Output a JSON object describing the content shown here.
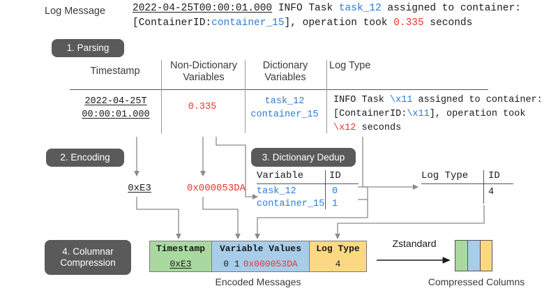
{
  "header": {
    "label": "Log Message",
    "line1": {
      "timestamp": "2022-04-25T00:00:01.000",
      "mid": " INFO Task ",
      "dict_var": "task_12",
      "tail": " assigned to container:"
    },
    "line2": {
      "pre": "[ContainerID:",
      "dict_var": "container_15",
      "mid": "], operation took ",
      "nondict_var": "0.335",
      "tail": " seconds"
    }
  },
  "stages": {
    "parsing": "1. Parsing",
    "encoding": "2. Encoding",
    "dedup": "3. Dictionary Dedup",
    "columnar_line1": "4. Columnar",
    "columnar_line2": "Compression"
  },
  "parsing_table": {
    "headers": {
      "timestamp": "Timestamp",
      "nondict_line1": "Non-Dictionary",
      "nondict_line2": "Variables",
      "dict_line1": "Dictionary",
      "dict_line2": "Variables",
      "logtype": "Log Type"
    },
    "cells": {
      "timestamp_line1": "2022-04-25T",
      "timestamp_line2": "00:00:01.000",
      "nondict": "0.335",
      "dict_line1": "task_12",
      "dict_line2": "container_15",
      "logtype": {
        "seg1": "INFO Task ",
        "ph1": "\\x11",
        "seg2": " assigned to container: [ContainerID:",
        "ph2": "\\x11",
        "seg3": "], operation took ",
        "ph3": "\\x12",
        "seg4": " seconds"
      }
    }
  },
  "encoding": {
    "timestamp_encoded": "0xE3",
    "nondict_encoded": "0x000053DA"
  },
  "dedup_table": {
    "headers": {
      "variable": "Variable",
      "id": "ID"
    },
    "rows": [
      {
        "variable": "task_12",
        "id": "0"
      },
      {
        "variable": "container_15",
        "id": "1"
      }
    ]
  },
  "logtype_table": {
    "headers": {
      "logtype": "Log Type",
      "id": "ID"
    },
    "rows": [
      {
        "id": "4"
      }
    ]
  },
  "encoded_messages": {
    "columns": [
      {
        "header": "Timestamp",
        "value": "0xE3",
        "color": "#a9d9a0"
      },
      {
        "header": "Variable Values",
        "value_ids": "0 1",
        "value_encoded": "0x000053DA",
        "color": "#a8cdea"
      },
      {
        "header": "Log Type",
        "value": "4",
        "color": "#fad982"
      }
    ],
    "caption": "Encoded Messages"
  },
  "compression": {
    "algorithm": "Zstandard",
    "caption": "Compressed Columns",
    "column_colors": [
      "#a9d9a0",
      "#a8cdea",
      "#fad982"
    ]
  },
  "colors": {
    "dict_var": "#2b7cd3",
    "nondict_var": "#e8352c",
    "badge_bg": "#5a5a5a",
    "connector": "#8a8a8a"
  }
}
